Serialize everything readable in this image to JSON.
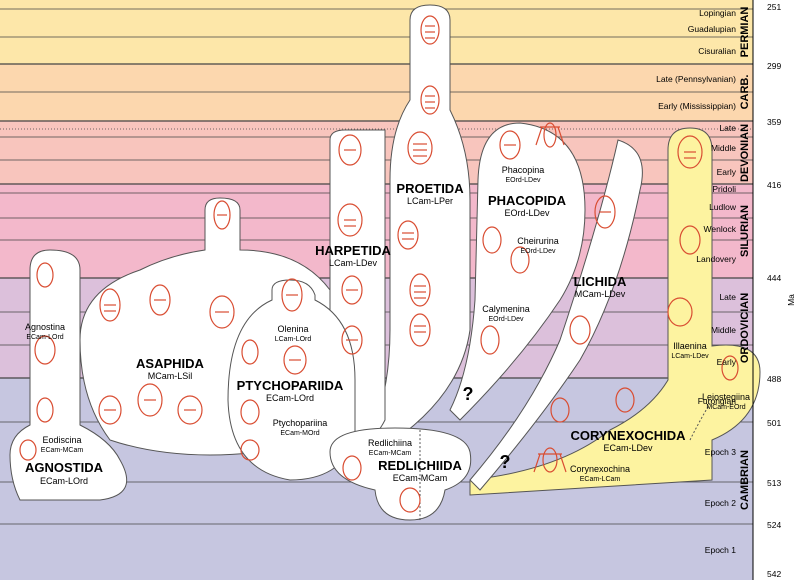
{
  "colors": {
    "permian": "#fde7a9",
    "carboniferous": "#fcd7ae",
    "devonian": "#f8c5bd",
    "silurian": "#f3b8cb",
    "ordovician": "#dcc0db",
    "cambrian": "#c6c6e0",
    "clade_fill": "#ffffff",
    "clade_yellow": "#fdf3a0",
    "trilobite": "#d94d32"
  },
  "ma_label": "Ma",
  "ages": [
    "251",
    "299",
    "359",
    "416",
    "444",
    "488",
    "501",
    "513",
    "524",
    "542"
  ],
  "periods": {
    "permian": "PERMIAN",
    "carboniferous": "CARB.",
    "devonian": "DEVONIAN",
    "silurian": "SILURIAN",
    "ordovician": "ORDOVICIAN",
    "cambrian": "CAMBRIAN"
  },
  "epochs": {
    "lopingian": "Lopingian",
    "guadalupian": "Guadalupian",
    "cisuralian": "Cisuralian",
    "late_penn": "Late (Pennsylvanian)",
    "early_miss": "Early (Mississippian)",
    "dev_late": "Late",
    "dev_middle": "Middle",
    "dev_early": "Early",
    "pridoli": "Pridoli",
    "ludlow": "Ludlow",
    "wenlock": "Wenlock",
    "landovery": "Landovery",
    "ord_late": "Late",
    "ord_middle": "Middle",
    "ord_early": "Early",
    "furongian": "Furongian",
    "epoch3": "Epoch 3",
    "epoch2": "Epoch 2",
    "epoch1": "Epoch 1"
  },
  "orders": {
    "agnostida": {
      "name": "AGNOSTIDA",
      "range": "ECam-LOrd"
    },
    "asaphida": {
      "name": "ASAPHIDA",
      "range": "MCam-LSil"
    },
    "ptychopariida": {
      "name": "PTYCHOPARIIDA",
      "range": "ECam-LOrd"
    },
    "harpetida": {
      "name": "HARPETIDA",
      "range": "LCam-LDev"
    },
    "proetida": {
      "name": "PROETIDA",
      "range": "LCam-LPer"
    },
    "phacopida": {
      "name": "PHACOPIDA",
      "range": "EOrd-LDev"
    },
    "lichida": {
      "name": "LICHIDA",
      "range": "MCam-LDev"
    },
    "corynexochida": {
      "name": "CORYNEXOCHIDA",
      "range": "ECam-LDev"
    },
    "redlichiida": {
      "name": "REDLICHIIDA",
      "range": "ECam-MCam"
    }
  },
  "suborders": {
    "agnostina": {
      "name": "Agnostina",
      "range": "ECam-LOrd"
    },
    "eodiscina": {
      "name": "Eodiscina",
      "range": "ECam-MCam"
    },
    "olenina": {
      "name": "Olenina",
      "range": "LCam-LOrd"
    },
    "ptychopariina": {
      "name": "Ptychopariina",
      "range": "ECam-MOrd"
    },
    "phacopina": {
      "name": "Phacopina",
      "range": "EOrd-LDev"
    },
    "cheirurina": {
      "name": "Cheirurina",
      "range": "EOrd-LDev"
    },
    "calymenina": {
      "name": "Calymenina",
      "range": "EOrd-LDev"
    },
    "illaenina": {
      "name": "Illaenina",
      "range": "LCam-LDev"
    },
    "leiostegiina": {
      "name": "Leiostegiina",
      "range": "MCam-EOrd"
    },
    "corynexochina": {
      "name": "Corynexochina",
      "range": "ECam-LCam"
    },
    "redlichiina": {
      "name": "Redlichiina",
      "range": "ECam-MCam"
    }
  },
  "question_mark": "?"
}
